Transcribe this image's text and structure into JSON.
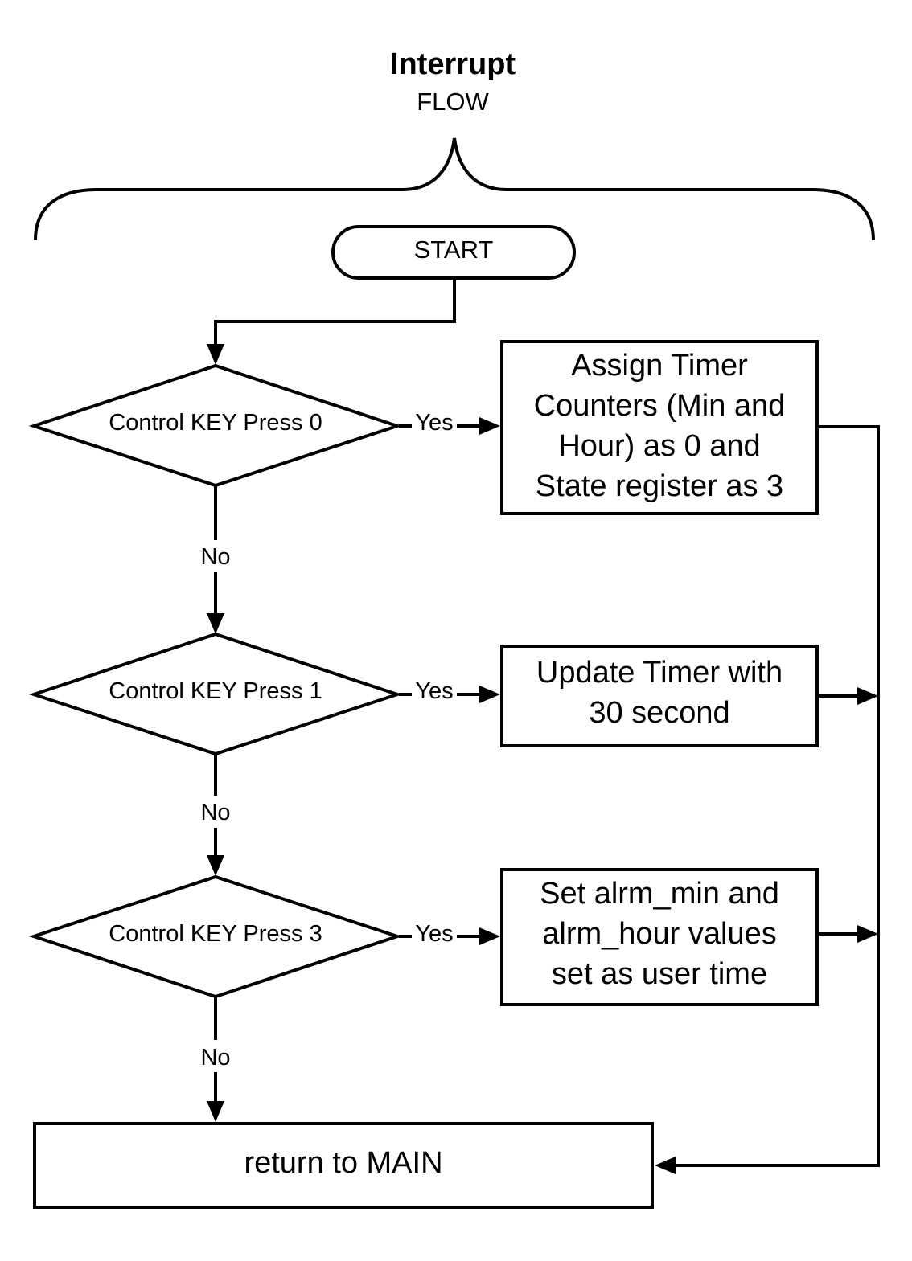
{
  "diagram": {
    "title": "Interrupt",
    "subtitle": "FLOW",
    "start_label": "START",
    "decisions": [
      {
        "label": "Control KEY Press 0",
        "yes_label": "Yes",
        "no_label": "No"
      },
      {
        "label": "Control KEY Press 1",
        "yes_label": "Yes",
        "no_label": "No"
      },
      {
        "label": "Control KEY Press 3",
        "yes_label": "Yes",
        "no_label": "No"
      }
    ],
    "processes": [
      {
        "lines": [
          "Assign Timer",
          "Counters (Min and",
          "Hour) as 0 and",
          "State register as 3"
        ]
      },
      {
        "lines": [
          "Update Timer with",
          "30 second"
        ]
      },
      {
        "lines": [
          "Set alrm_min and",
          "alrm_hour values",
          "set as user time"
        ]
      }
    ],
    "end_label": "return to MAIN"
  }
}
